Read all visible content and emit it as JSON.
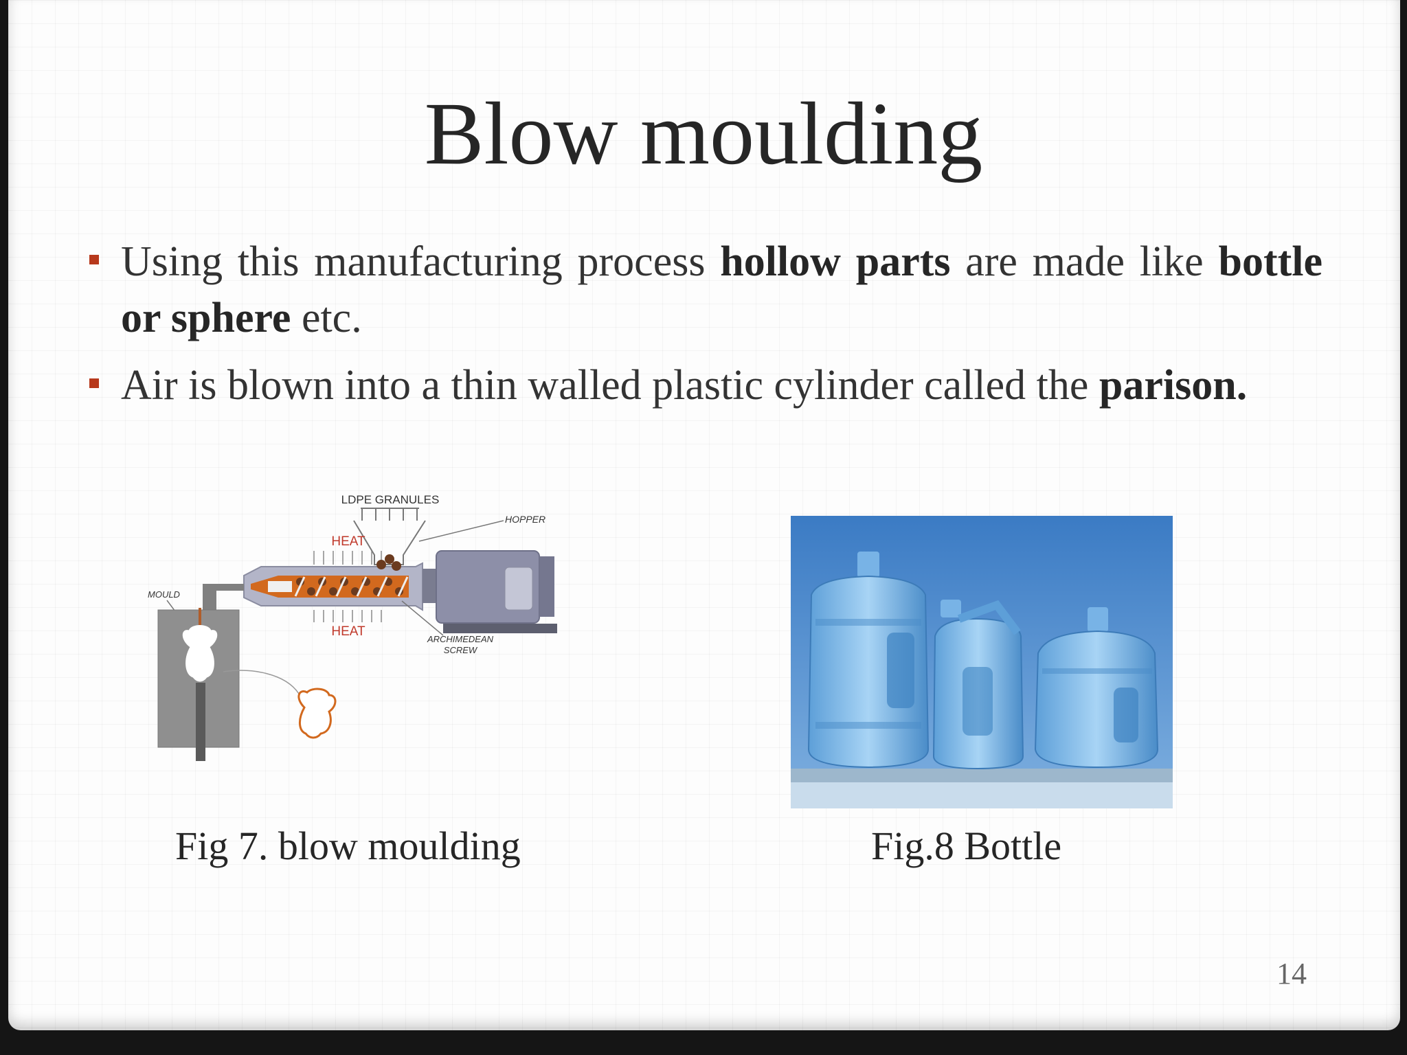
{
  "slide": {
    "title": "Blow moulding",
    "bullets": [
      {
        "t1": "Using this manufacturing process ",
        "b1": "hollow parts",
        "t2": " are made like ",
        "b2": "bottle or sphere",
        "t3": " etc."
      },
      {
        "t1": "Air is blown into a thin walled plastic cylinder called the ",
        "b1": "parison.",
        "t2": "",
        "b2": "",
        "t3": ""
      }
    ],
    "figure7": {
      "caption": "Fig 7. blow moulding",
      "labels": {
        "granules": "LDPE GRANULES",
        "hopper": "HOPPER",
        "heat_top": "HEAT",
        "heat_bottom": "HEAT",
        "mould": "MOULD",
        "screw_1": "ARCHIMEDEAN",
        "screw_2": "SCREW"
      }
    },
    "figure8": {
      "caption": "Fig.8 Bottle"
    },
    "page_number": "14",
    "colors": {
      "bullet": "#b7391c",
      "title": "#262626",
      "photo_bg": "#4f8ccc"
    }
  }
}
